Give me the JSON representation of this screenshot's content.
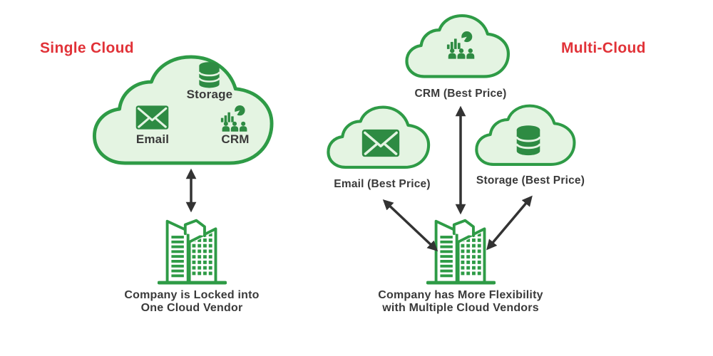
{
  "colors": {
    "title_red": "#E13238",
    "cloud_stroke_green": "#2E9B46",
    "cloud_fill_green": "#E4F4E2",
    "icon_green": "#2E8B43",
    "text_dark": "#3A3A3A",
    "arrow_dark": "#333333"
  },
  "single_cloud": {
    "title": "Single Cloud",
    "services": [
      {
        "name": "Storage",
        "icon": "database-icon"
      },
      {
        "name": "Email",
        "icon": "envelope-icon"
      },
      {
        "name": "CRM",
        "icon": "crm-chart-people-icon"
      }
    ],
    "caption": [
      "Company is Locked into",
      "One Cloud Vendor"
    ]
  },
  "multi_cloud": {
    "title": "Multi-Cloud",
    "clouds": [
      {
        "label": "CRM (Best Price)",
        "icon": "crm-chart-people-icon"
      },
      {
        "label": "Email (Best Price)",
        "icon": "envelope-icon"
      },
      {
        "label": "Storage (Best Price)",
        "icon": "database-icon"
      }
    ],
    "caption": [
      "Company has More Flexibility",
      "with Multiple Cloud Vendors"
    ]
  }
}
